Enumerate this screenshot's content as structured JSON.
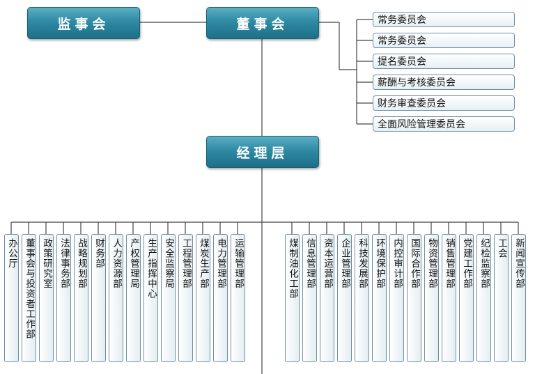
{
  "top": {
    "supervisory_board": "监事会",
    "board_of_directors": "董事会",
    "management": "经理层"
  },
  "committees": [
    "常务委员会",
    "常务委员会",
    "提名委员会",
    "薪酬与考核委员会",
    "财务审查委员会",
    "全面风险管理委员会"
  ],
  "left_departments": [
    "办公厅",
    "董事会与投资者工作部",
    "政策研究室",
    "法律事务部",
    "战略规划部",
    "财务部",
    "人力资源部",
    "产权管理局",
    "生产指挥中心",
    "安全监察局",
    "工程管理部",
    "煤炭生产部",
    "电力管理部",
    "运输管理部"
  ],
  "right_departments": [
    "煤制油化工部",
    "信息管理部",
    "资本运营部",
    "企业管理部",
    "科技发展部",
    "环境保护部",
    "内控审计部",
    "国际合作部",
    "物资管理部",
    "销售管理部",
    "党建工作部",
    "纪检监察部",
    "工会",
    "新闻宣传部"
  ],
  "colors": {
    "box_top": "#5aaec4",
    "box_bottom": "#1d6f87",
    "line": "#444444",
    "leaf_border": "#6f8fa3"
  }
}
